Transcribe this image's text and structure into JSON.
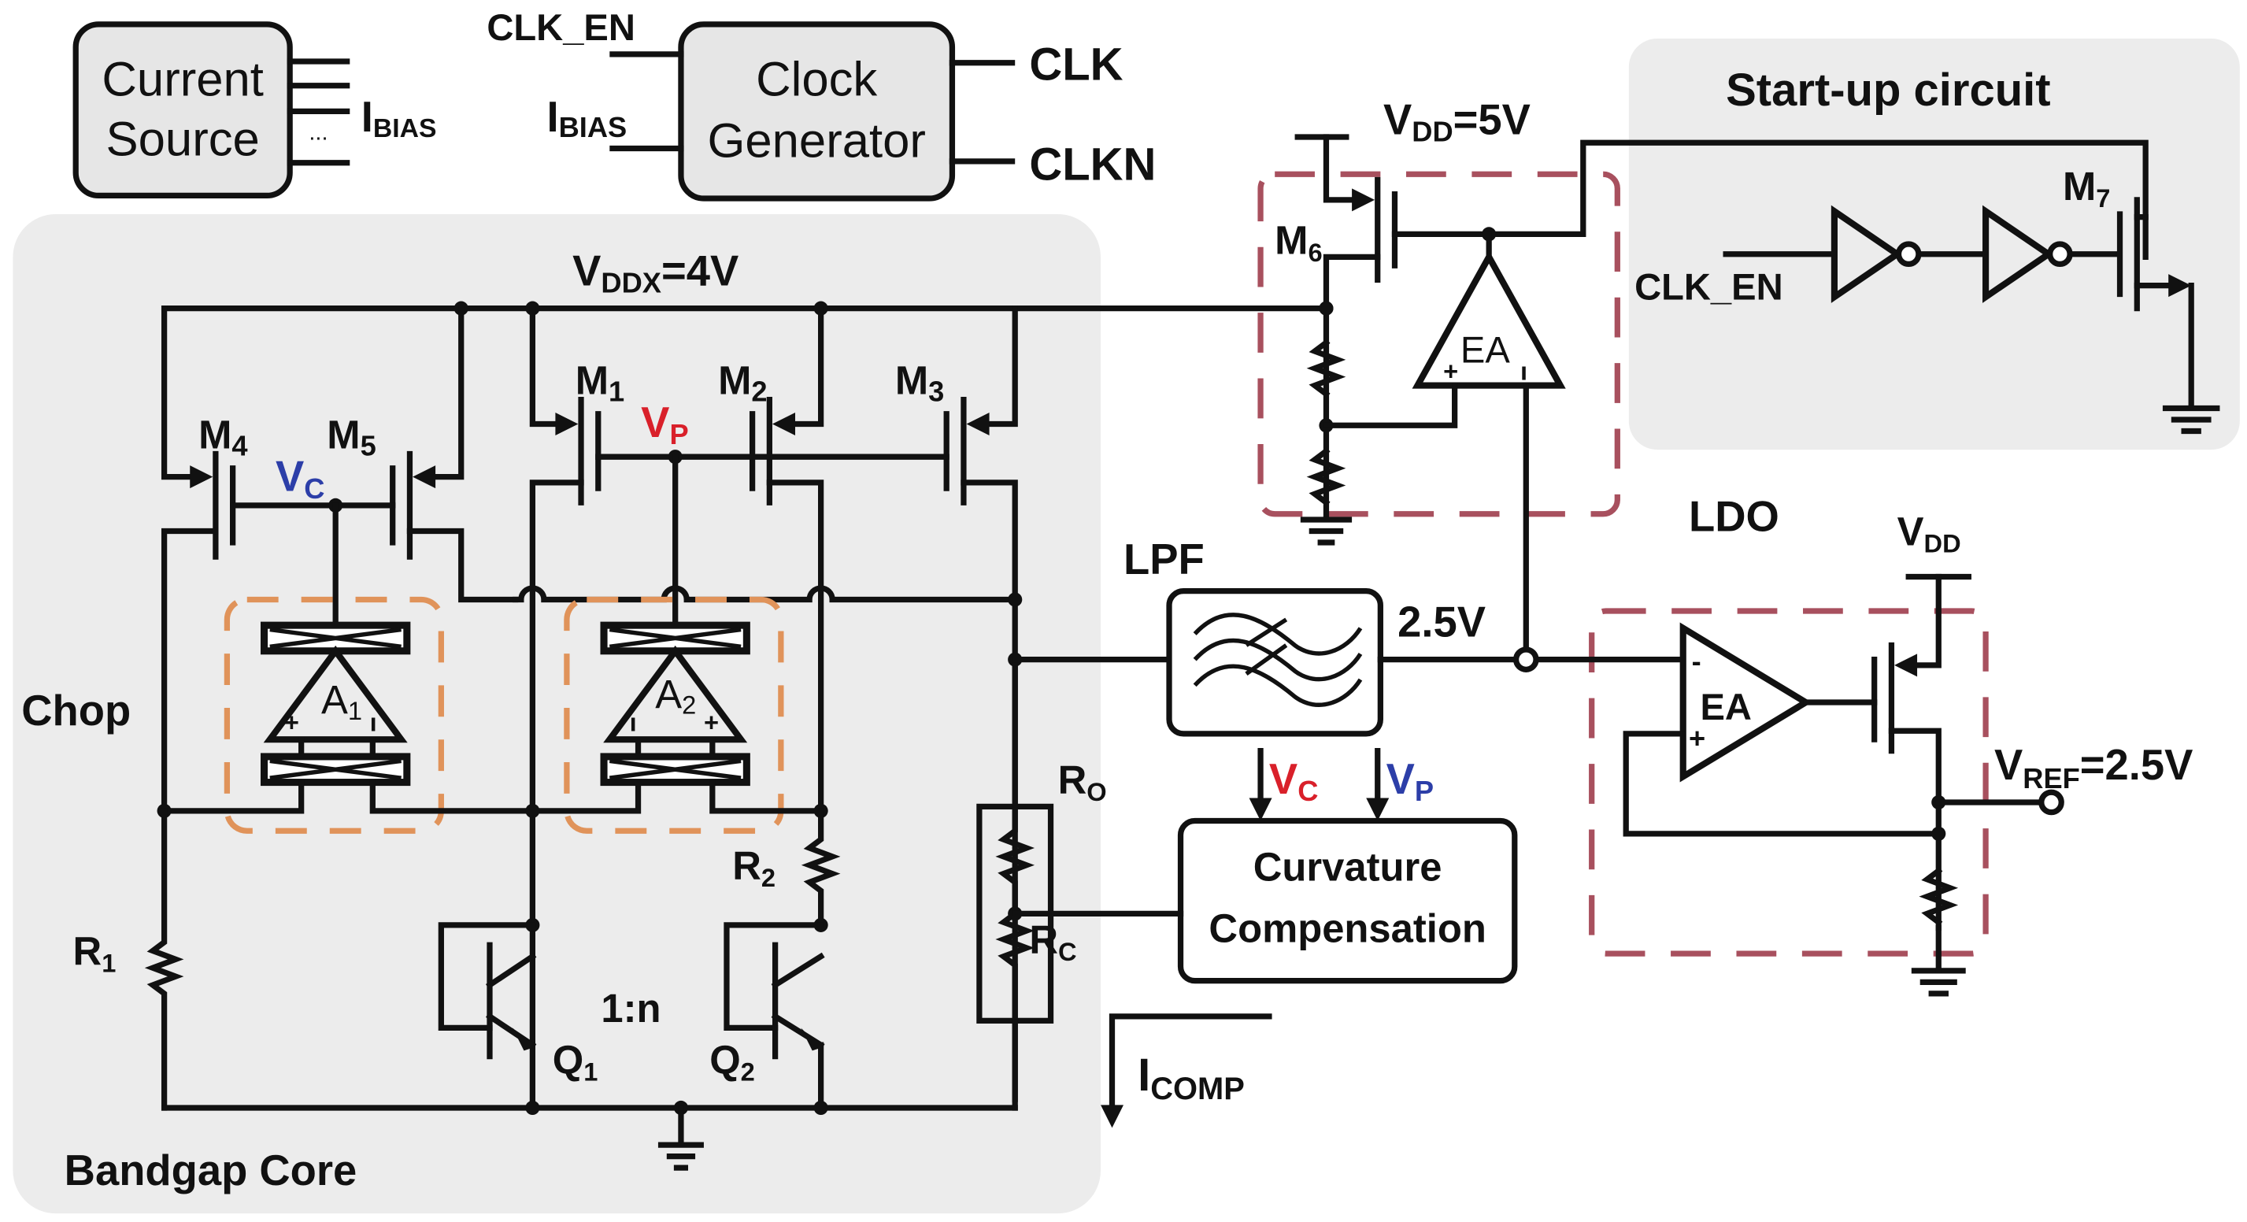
{
  "title": "Chopper-stabilized curvature-compensated bandgap reference with LDO",
  "colors": {
    "wire": "#111111",
    "region_fill": "#ececec",
    "block_fill": "#e6e6e6",
    "ldo_dash": "#a8505e",
    "chop_dash": "#e0935a",
    "vc_core": "#2c3ea8",
    "vp_core": "#d9202a",
    "vc_comp": "#d9202a",
    "vp_comp": "#2c3ea8"
  },
  "blocks": {
    "current_source": {
      "line1": "Current",
      "line2": "Source",
      "output": "I",
      "output_sub": "BIAS",
      "ellipsis": "..."
    },
    "clock_generator": {
      "line1": "Clock",
      "line2": "Generator",
      "in_top": "CLK_EN",
      "in_bottom": "I",
      "in_bottom_sub": "BIAS",
      "out_top": "CLK",
      "out_bottom": "CLKN"
    },
    "startup": {
      "title": "Start-up circuit",
      "input": "CLK_EN",
      "transistor": "M",
      "transistor_sub": "7"
    },
    "bandgap_core": {
      "title": "Bandgap Core",
      "supply": "V",
      "supply_sub": "DDX",
      "supply_value": "=4V",
      "chop_label": "Chop",
      "transistors": [
        {
          "name": "M",
          "sub": "1"
        },
        {
          "name": "M",
          "sub": "2"
        },
        {
          "name": "M",
          "sub": "3"
        },
        {
          "name": "M",
          "sub": "4"
        },
        {
          "name": "M",
          "sub": "5"
        }
      ],
      "node_vc": {
        "name": "V",
        "sub": "C"
      },
      "node_vp": {
        "name": "V",
        "sub": "P"
      },
      "amp1": {
        "name": "A",
        "sub": "1"
      },
      "amp2": {
        "name": "A",
        "sub": "2"
      },
      "r1": {
        "name": "R",
        "sub": "1"
      },
      "r2": {
        "name": "R",
        "sub": "2"
      },
      "ro": {
        "name": "R",
        "sub": "O"
      },
      "rc": {
        "name": "R",
        "sub": "C"
      },
      "q1": {
        "name": "Q",
        "sub": "1"
      },
      "q2": {
        "name": "Q",
        "sub": "2"
      },
      "ratio": "1:n"
    },
    "regulator": {
      "supply": "V",
      "supply_sub": "DD",
      "supply_value": "=5V",
      "transistor": "M",
      "transistor_sub": "6",
      "amp": "EA"
    },
    "lpf": {
      "label": "LPF",
      "output_voltage": "2.5V"
    },
    "curvature": {
      "line1": "Curvature",
      "line2": "Compensation",
      "in1": "V",
      "in1_sub": "C",
      "in2": "V",
      "in2_sub": "P"
    },
    "icomp": {
      "name": "I",
      "sub": "COMP"
    },
    "ldo": {
      "label": "LDO",
      "supply": "V",
      "supply_sub": "DD",
      "amp": "EA",
      "output": "V",
      "output_sub": "REF",
      "output_value": "=2.5V"
    }
  },
  "signs": {
    "plus": "+",
    "minus": "-"
  }
}
